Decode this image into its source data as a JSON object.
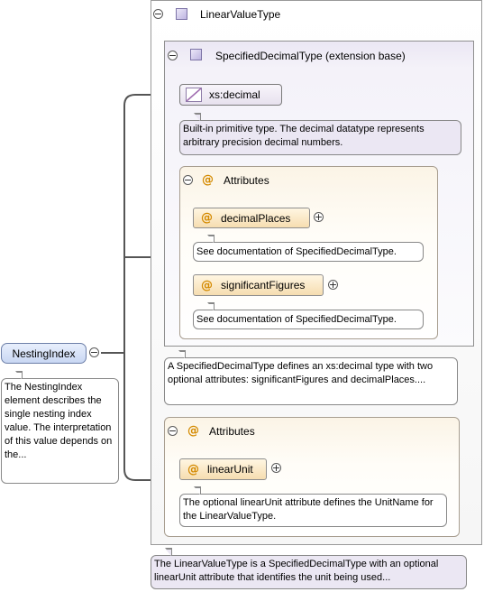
{
  "root": {
    "element_name": "NestingIndex",
    "doc": "The NestingIndex element describes the single nesting index value. The interpretation of this value depends on the..."
  },
  "linear_value_type": {
    "title": "LinearValueType",
    "doc": "The LinearValueType is a SpecifiedDecimalType with an optional linearUnit attribute that identifies the unit being used..."
  },
  "specified_decimal_type": {
    "title": "SpecifiedDecimalType (extension base)",
    "doc": "A SpecifiedDecimalType defines an xs:decimal type with two optional attributes: significantFigures and decimalPlaces...."
  },
  "xs_decimal": {
    "label": "xs:decimal",
    "doc": "Built-in primitive type. The decimal datatype represents arbitrary precision decimal numbers."
  },
  "inner_attributes": {
    "title": "Attributes",
    "items": [
      {
        "name": "decimalPlaces",
        "doc": "See documentation of SpecifiedDecimalType."
      },
      {
        "name": "significantFigures",
        "doc": "See documentation of SpecifiedDecimalType."
      }
    ]
  },
  "outer_attributes": {
    "title": "Attributes",
    "items": [
      {
        "name": "linearUnit",
        "doc": "The optional linearUnit attribute defines the UnitName for the LinearValueType."
      }
    ]
  },
  "glyphs": {
    "minus": "−",
    "plus": "+",
    "at": "@"
  },
  "icons": [
    "collapse-icon",
    "expand-icon",
    "complex-type-icon",
    "attribute-icon",
    "simple-type-icon"
  ]
}
